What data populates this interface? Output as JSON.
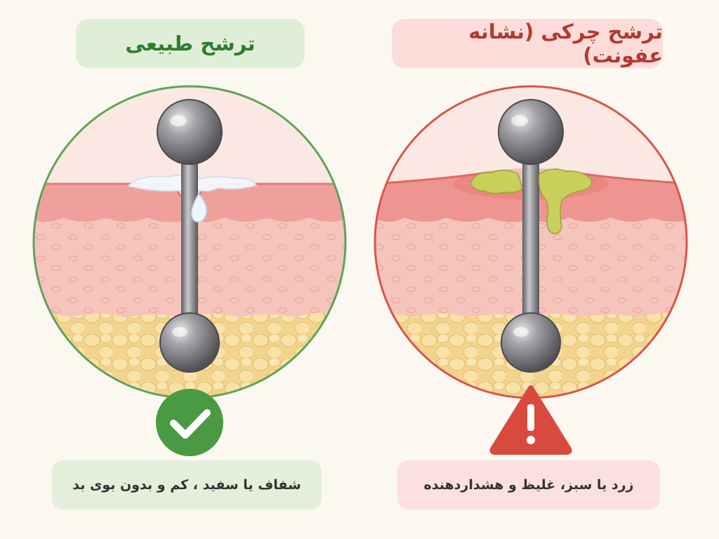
{
  "left_panel": {
    "title": "ترشح طبیعی",
    "caption": "شفاف یا سفید ، کم و بدون بوی بد",
    "status_icon": "check-icon",
    "accent": "#4a9a44"
  },
  "right_panel": {
    "title": "ترشح چرکی (نشانه عفونت)",
    "caption": "زرد یا سبز، غلیظ و هشداردهنده",
    "status_icon": "warning-icon",
    "accent": "#d94a3e"
  },
  "colors": {
    "background": "#fbf7f1",
    "skin_epidermis": "#f2a3a0",
    "skin_dermis": "#f6c6c1",
    "fat": "#f6dca0",
    "metal": "#8e8e92",
    "normal_discharge": "#f4f8fc",
    "pus": "#c8cf5a"
  }
}
